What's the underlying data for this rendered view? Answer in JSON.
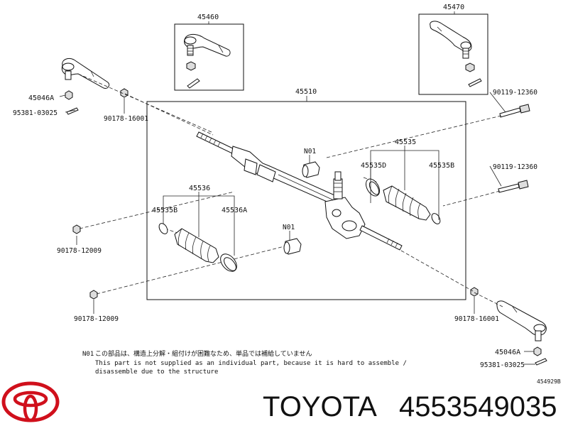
{
  "labels": {
    "p45460": "45460",
    "p45470": "45470",
    "p45510": "45510",
    "p45046a_l": "45046A",
    "p95381_l": "95381-03025",
    "p90178_16001_l": "90178-16001",
    "p90119_top": "90119-12360",
    "p90119_mid": "90119-12360",
    "n01_top": "N01",
    "n01_bot": "N01",
    "p45535": "45535",
    "p45535d": "45535D",
    "p45535b_r": "45535B",
    "p45536": "45536",
    "p45535b_l": "45535B",
    "p45536a": "45536A",
    "p90178_12009_a": "90178-12009",
    "p90178_12009_b": "90178-12009",
    "p90178_16001_r": "90178-16001",
    "p45046a_r": "45046A",
    "p95381_r": "95381-03025"
  },
  "note": {
    "marker": "N01",
    "line1": "この部品は、構造上分解・組付けが困難なため、単品では補給していません",
    "line2": "This part is not supplied as an individual part, because it is hard to assemble /",
    "line3": "disassemble due to the structure"
  },
  "figure_code": "454929B",
  "brand": {
    "name": "TOYOTA",
    "part_number": "4553549035",
    "logo": "toyota-logo"
  }
}
